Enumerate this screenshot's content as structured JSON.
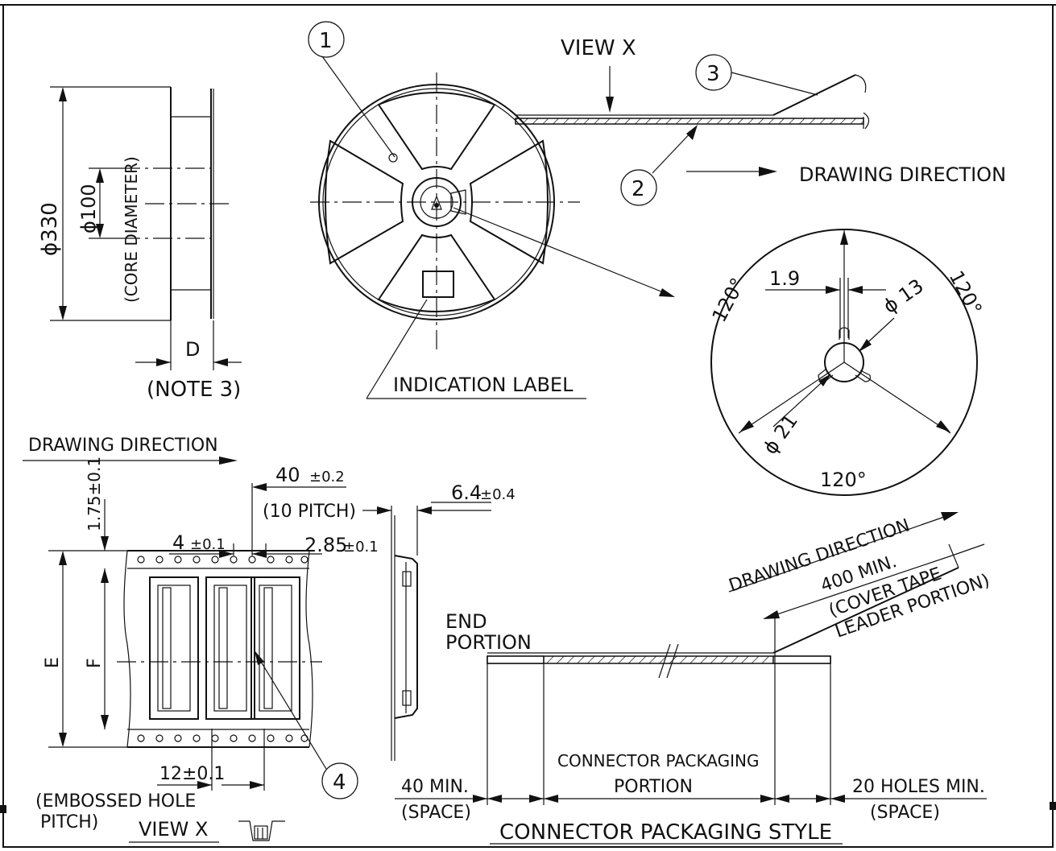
{
  "labels": {
    "view_x_top": "VIEW X",
    "balloon_1": "1",
    "balloon_2": "2",
    "balloon_3": "3",
    "balloon_4": "4",
    "drawing_direction_right": "DRAWING DIRECTION",
    "drawing_direction_left": "DRAWING DIRECTION",
    "drawing_direction_diag": "DRAWING DIRECTION",
    "dia_330": "ϕ330",
    "dia_100": "ϕ100",
    "core_diameter": "(CORE DIAMETER)",
    "dim_d": "D",
    "note_3": "(NOTE 3)",
    "indication_label": "INDICATION LABEL",
    "dim_1_9": "1.9",
    "dim_phi13": "ϕ 13",
    "dim_phi21": "ϕ 21",
    "angle_120_a": "120°",
    "angle_120_b": "120°",
    "angle_120_c": "120°",
    "dim_40": "40",
    "tol_40": "±0.2",
    "ten_pitch": "(10 PITCH)",
    "dim_6_4": "6.4",
    "tol_6_4": "±0.4",
    "dim_1_75": "1.75±0.1",
    "dim_4": "4",
    "tol_4": "±0.1",
    "dim_2_85": "2.85",
    "tol_2_85": "±0.1",
    "dim_e": "E",
    "dim_f": "F",
    "dim_12": "12±0.1",
    "embossed_hole": "(EMBOSSED HOLE",
    "pitch": "PITCH)",
    "view_x_bottom": "VIEW X",
    "end_portion_1": "END",
    "end_portion_2": "PORTION",
    "min_400": "400 MIN.",
    "cover_tape": "(COVER TAPE",
    "leader_portion": "LEADER PORTION)",
    "connector_pkg_1": "CONNECTOR PACKAGING",
    "connector_pkg_2": "PORTION",
    "min_40": "40 MIN.",
    "space_left": "(SPACE)",
    "holes_20": "20 HOLES MIN.",
    "space_right": "(SPACE)",
    "connector_packaging_style": "CONNECTOR PACKAGING STYLE"
  }
}
